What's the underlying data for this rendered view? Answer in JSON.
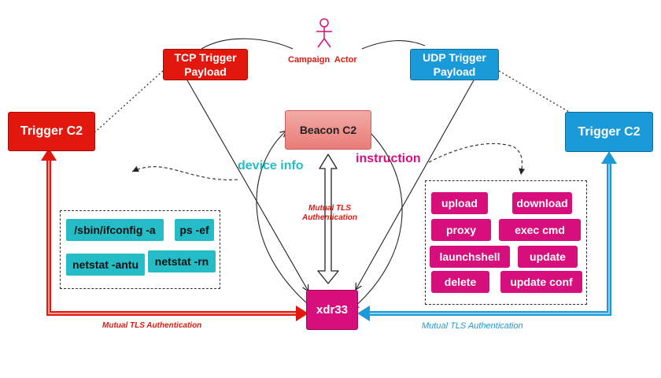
{
  "actor": {
    "label": "Campaign  Actor"
  },
  "payloads": {
    "tcp": "TCP Trigger\nPayload",
    "udp": "UDP Trigger\nPayload"
  },
  "trigger_c2": {
    "left": "Trigger C2",
    "right": "Trigger C2"
  },
  "beacon": "Beacon C2",
  "target": "xdr33",
  "flows": {
    "device_info": "device info",
    "instruction": "instruction"
  },
  "mtls": {
    "center": "Mutual TLS\nAuthentication",
    "left": "Mutual TLS Authentication",
    "right": "Mutual TLS Authentication"
  },
  "device_commands": [
    "/sbin/ifconfig -a",
    "ps -ef",
    "netstat -antu",
    "netstat -rn"
  ],
  "instructions": [
    "upload",
    "download",
    "proxy",
    "exec cmd",
    "launchshell",
    "update",
    "delete",
    "update conf"
  ],
  "colors": {
    "red": "#e2180f",
    "blue": "#1a9ad9",
    "magenta": "#d60f7c",
    "teal": "#24bdc7",
    "beacon": "#f3aaa6"
  }
}
